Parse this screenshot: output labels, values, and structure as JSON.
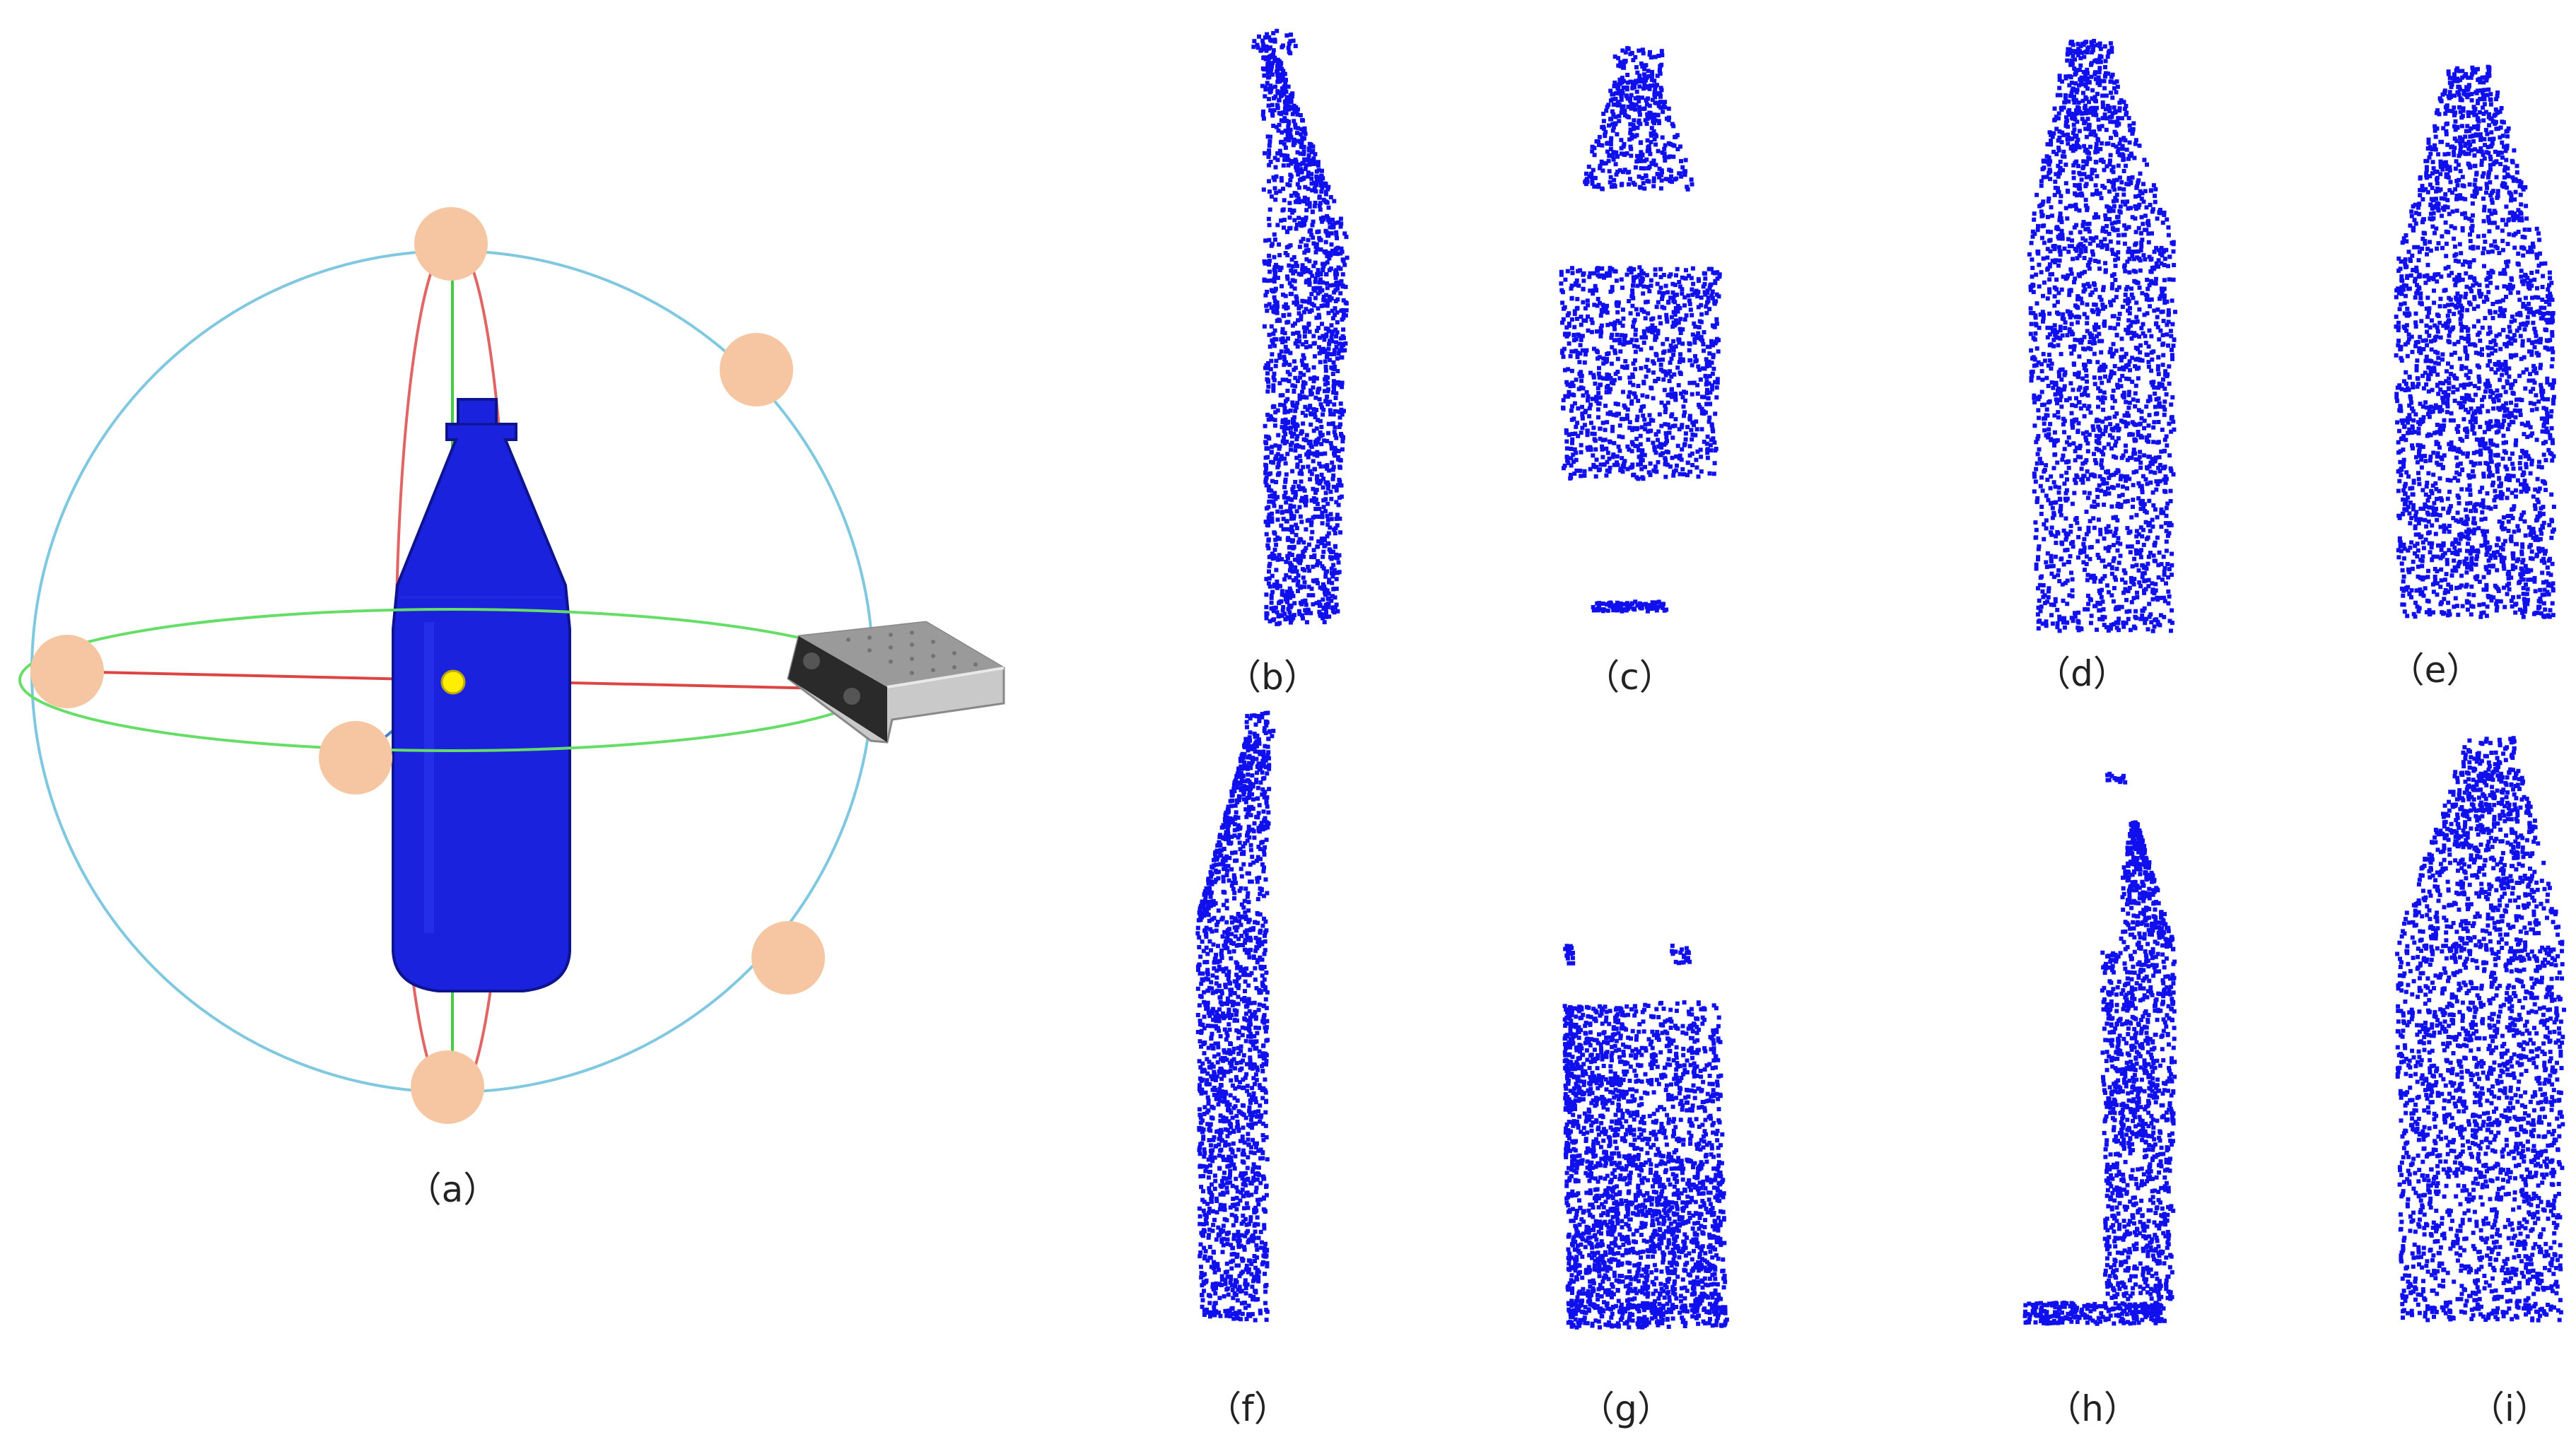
{
  "colors": {
    "bottle": "#1a22dd",
    "points": "#1010ee",
    "sphere": "#7fc8e0",
    "equator": "#66dd66",
    "meridian": "#e06666",
    "axis_red": "#dd4444",
    "axis_green": "#44cc44",
    "viewpoint": "#f6c6a2",
    "center": "#ffee00"
  },
  "icons": {
    "camera": "depth-camera-icon",
    "viewpoint": "viewpoint-marker-icon"
  },
  "panels": [
    {
      "id": "a",
      "label": "（a）"
    },
    {
      "id": "b",
      "label": "（b）"
    },
    {
      "id": "c",
      "label": "（c）"
    },
    {
      "id": "d",
      "label": "（d）"
    },
    {
      "id": "e",
      "label": "（e）"
    },
    {
      "id": "f",
      "label": "（f）"
    },
    {
      "id": "g",
      "label": "（g）"
    },
    {
      "id": "h",
      "label": "（h）"
    },
    {
      "id": "i",
      "label": "（i）"
    }
  ]
}
